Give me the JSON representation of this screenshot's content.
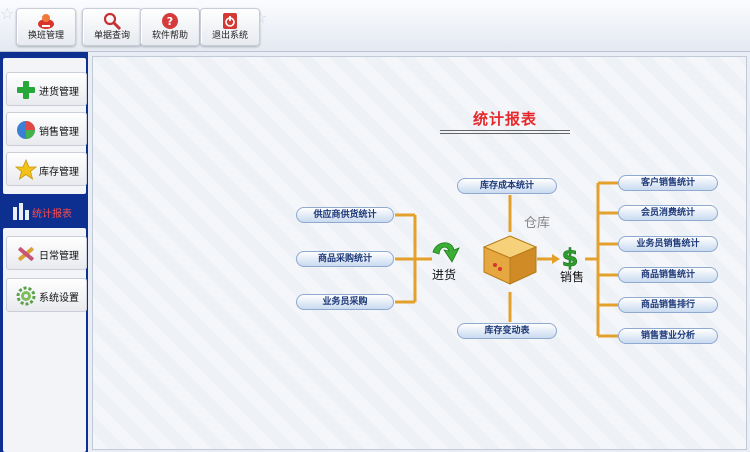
{
  "toolbar": {
    "buttons": [
      {
        "label": "换班管理",
        "icon": "cashier-shift-icon",
        "color": "#d8342b"
      },
      {
        "label": "单据查询",
        "icon": "search-icon",
        "color": "#c33333"
      },
      {
        "label": "软件帮助",
        "icon": "help-icon",
        "color": "#d63b3b"
      },
      {
        "label": "退出系统",
        "icon": "exit-power-icon",
        "color": "#d33a36"
      }
    ]
  },
  "sidebar": {
    "items": [
      {
        "label": "进货管理",
        "icon": "plus-icon"
      },
      {
        "label": "销售管理",
        "icon": "pie-chart-icon"
      },
      {
        "label": "库存管理",
        "icon": "star-icon"
      },
      {
        "label": "统计报表",
        "icon": "bar-chart-icon",
        "active": true
      },
      {
        "label": "日常管理",
        "icon": "tools-icon"
      },
      {
        "label": "系统设置",
        "icon": "gear-icon"
      }
    ]
  },
  "diagram": {
    "title": "统计报表",
    "purchase_reports": [
      "供应商供货统计",
      "商品采购统计",
      "业务员采购"
    ],
    "stock_reports": [
      "库存成本统计",
      "库存变动表"
    ],
    "sales_reports": [
      "客户销售统计",
      "会员消费统计",
      "业务员销售统计",
      "商品销售统计",
      "商品销售排行",
      "销售营业分析"
    ],
    "purchase_word": "进货",
    "stock_word": "仓库",
    "sales_word": "销售",
    "connector_color": "#e3a12c"
  }
}
